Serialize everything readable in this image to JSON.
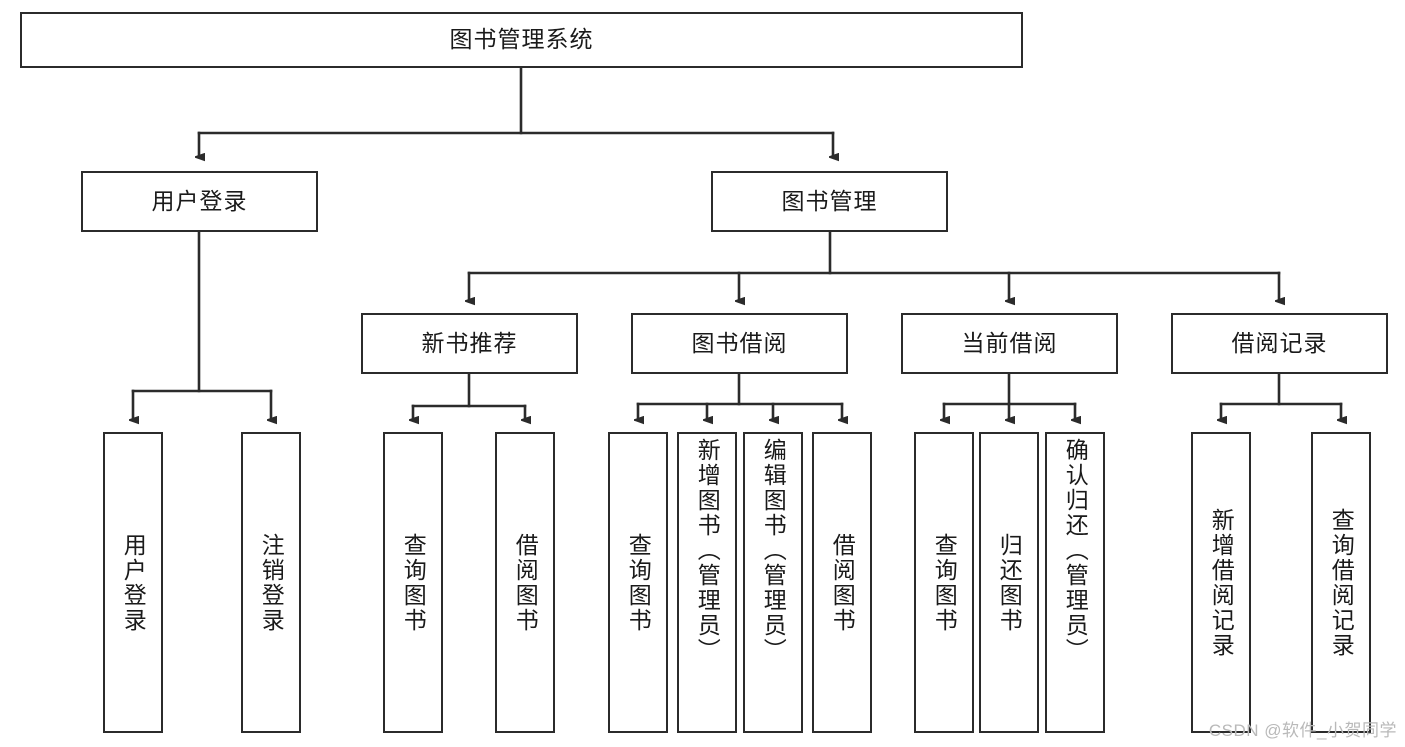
{
  "diagram": {
    "title": "图书管理系统",
    "type": "tree-structure-chart",
    "colors": {
      "box_border": "#2b2b2b",
      "box_fill": "#ffffff",
      "connector": "#2b2b2b",
      "text": "#1a1a1a",
      "watermark": "#b9b9b9",
      "background": "#ffffff"
    }
  },
  "root": {
    "label": "图书管理系统"
  },
  "level2": [
    {
      "id": "user-login",
      "label": "用户登录"
    },
    {
      "id": "book-management",
      "label": "图书管理"
    }
  ],
  "level3": [
    {
      "id": "new-book-recommend",
      "label": "新书推荐"
    },
    {
      "id": "book-borrow",
      "label": "图书借阅"
    },
    {
      "id": "current-borrow",
      "label": "当前借阅"
    },
    {
      "id": "borrow-record",
      "label": "借阅记录"
    }
  ],
  "leaves": {
    "user_login": [
      {
        "id": "leaf-user-login",
        "label": "用户登录"
      },
      {
        "id": "leaf-logout-login",
        "label": "注销登录"
      }
    ],
    "new_book_recommend": [
      {
        "id": "leaf-query-book-1",
        "label": "查询图书"
      },
      {
        "id": "leaf-borrow-book-1",
        "label": "借阅图书"
      }
    ],
    "book_borrow": [
      {
        "id": "leaf-query-book-2",
        "label": "查询图书"
      },
      {
        "id": "leaf-add-book",
        "label": "新增图书（管理员）"
      },
      {
        "id": "leaf-edit-book",
        "label": "编辑图书（管理员）"
      },
      {
        "id": "leaf-borrow-book-2",
        "label": "借阅图书"
      }
    ],
    "current_borrow": [
      {
        "id": "leaf-query-book-3",
        "label": "查询图书"
      },
      {
        "id": "leaf-return-book",
        "label": "归还图书"
      },
      {
        "id": "leaf-confirm-return",
        "label": "确认归还（管理员）"
      }
    ],
    "borrow_record": [
      {
        "id": "leaf-add-record",
        "label": "新增借阅记录"
      },
      {
        "id": "leaf-query-record",
        "label": "查询借阅记录"
      }
    ]
  },
  "watermark": {
    "text": "CSDN @软件_小贺同学"
  }
}
